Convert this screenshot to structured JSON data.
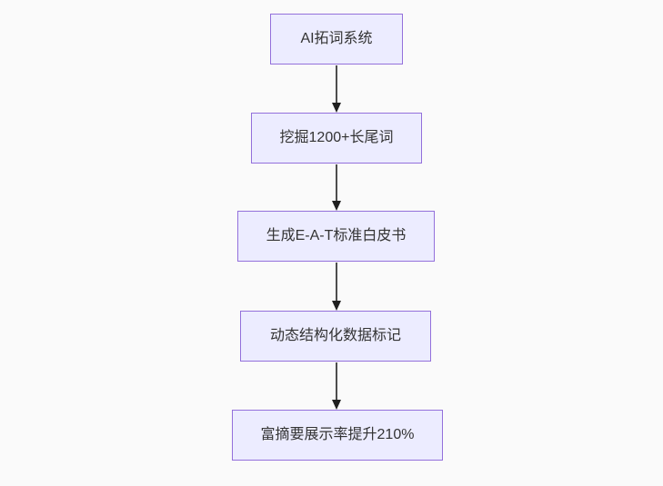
{
  "diagram": {
    "type": "flowchart",
    "direction": "top-down",
    "nodes": [
      {
        "label": "AI拓词系统"
      },
      {
        "label": "挖掘1200+长尾词"
      },
      {
        "label": "生成E-A-T标准白皮书"
      },
      {
        "label": "动态结构化数据标记"
      },
      {
        "label": "富摘要展示率提升210%"
      }
    ],
    "edges": [
      {
        "from": "AI拓词系统",
        "to": "挖掘1200+长尾词"
      },
      {
        "from": "挖掘1200+长尾词",
        "to": "生成E-A-T标准白皮书"
      },
      {
        "from": "生成E-A-T标准白皮书",
        "to": "动态结构化数据标记"
      },
      {
        "from": "动态结构化数据标记",
        "to": "富摘要展示率提升210%"
      }
    ],
    "colors": {
      "background": "#fafafa",
      "node_fill": "#ECECFF",
      "node_border": "#9370DB",
      "text": "#333333",
      "edge_line": "#4d4d4d",
      "edge_head": "#1f1f1f"
    }
  }
}
